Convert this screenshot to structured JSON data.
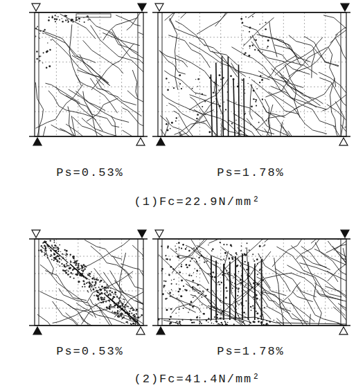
{
  "diagram": {
    "labels": [
      "Ps=0.53%",
      "Ps=1.78%",
      "(1)Fc=22.9N/mm²",
      "Ps=0.53%",
      "Ps=1.78%",
      "(2)Fc=41.4N/mm²"
    ]
  }
}
